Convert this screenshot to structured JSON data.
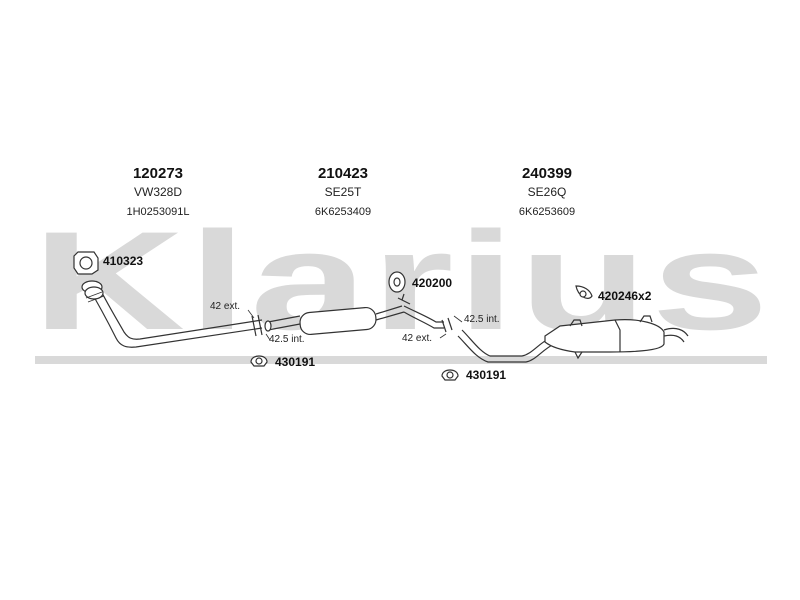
{
  "brand": {
    "name": "Klarius",
    "watermark_color": "#d9d9d9"
  },
  "parts": [
    {
      "part_no": "120273",
      "code": "VW328D",
      "oem": "1H0253091L"
    },
    {
      "part_no": "210423",
      "code": "SE25T",
      "oem": "6K6253409"
    },
    {
      "part_no": "240399",
      "code": "SE26Q",
      "oem": "6K6253609"
    }
  ],
  "accessories": {
    "gasket": "410323",
    "rubber_mount_mid": "420200",
    "rubber_mount_rear": "420246x2",
    "clamp_front": "430191",
    "clamp_rear": "430191"
  },
  "dimensions": {
    "front_ext": "42 ext.",
    "front_int": "42.5 int.",
    "rear_int": "42.5 int.",
    "rear_ext": "42 ext."
  },
  "colors": {
    "line": "#333333",
    "fill": "#ffffff",
    "watermark": "#d9d9d9"
  }
}
